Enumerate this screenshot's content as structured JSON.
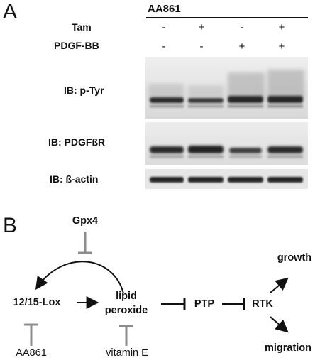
{
  "panel_a": {
    "letter": "A",
    "cell_line": "AA861",
    "row_labels": {
      "tam": "Tam",
      "pdgf": "PDGF-BB"
    },
    "lanes": [
      {
        "tam": "-",
        "pdgf": "-"
      },
      {
        "tam": "+",
        "pdgf": "-"
      },
      {
        "tam": "-",
        "pdgf": "+"
      },
      {
        "tam": "+",
        "pdgf": "+"
      }
    ],
    "blots": {
      "ptyr": "IB: p-Tyr",
      "pdgfr": "IB: PDGFßR",
      "actin": "IB: ß-actin"
    }
  },
  "panel_b": {
    "letter": "B",
    "nodes": {
      "gpx4": "Gpx4",
      "lox": "12/15-Lox",
      "lipid_line1": "lipid",
      "lipid_line2": "peroxide",
      "ptp": "PTP",
      "rtk": "RTK",
      "growth": "growth",
      "migration": "migration",
      "aa861": "AA861",
      "vitamin_e": "vitamin E"
    }
  },
  "colors": {
    "text": "#111111",
    "inhibitor_gray": "#8c8c8c",
    "blot_bg": "#e4e4e4",
    "band": "#2a2a2a"
  }
}
